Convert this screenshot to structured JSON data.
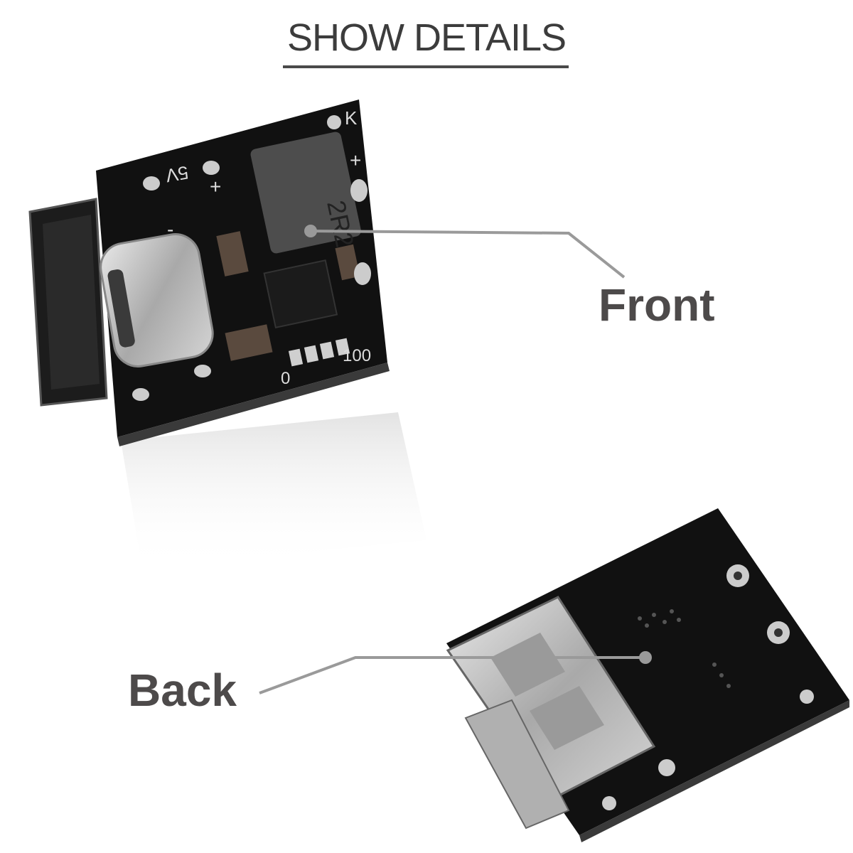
{
  "header": {
    "title": "SHOW DETAILS"
  },
  "callouts": {
    "front": "Front",
    "back": "Back"
  },
  "pcb_markings": {
    "inductor": "2R2",
    "voltage": "5V",
    "plus": "+",
    "minus": "-",
    "k": "K",
    "led_left": "0",
    "led_right": "100"
  },
  "colors": {
    "pcb": "#111111",
    "metal": "#bfbfbf",
    "leader_line": "#9a9a9a",
    "label_text": "#4d4a4a"
  }
}
